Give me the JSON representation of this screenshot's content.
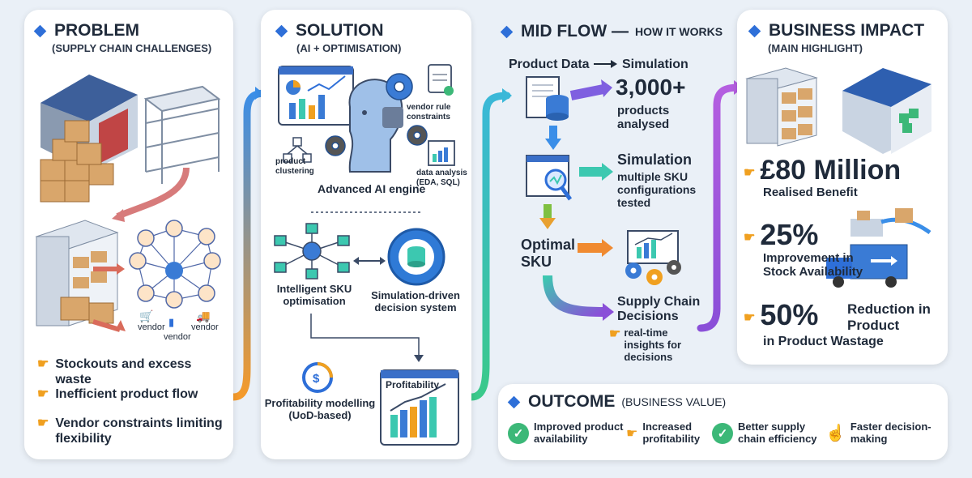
{
  "problem": {
    "title": "PROBLEM",
    "subtitle": "(SUPPLY CHAIN CHALLENGES)",
    "vendor_labels": [
      "vendor",
      "vendor",
      "vendor"
    ],
    "bullets": [
      "Stockouts and excess waste",
      "Inefficient product flow",
      "Vendor constraints limiting flexibility"
    ]
  },
  "solution": {
    "title": "SOLUTION",
    "subtitle": "(AI + OPTIMISATION)",
    "vendor_rule": "vendor rule constraints",
    "product_clustering": "product clustering",
    "data_analysis": "data analysis (EDA, SQL)",
    "ai_engine": "Advanced AI engine",
    "sku_opt": "Intelligent SKU optimisation",
    "sim_system": "Simulation-driven decision system",
    "profit_model": "Profitability modelling (UoD-based)",
    "profit_card": "Profitability"
  },
  "midflow": {
    "title": "MID FLOW —",
    "title_small": "HOW IT WORKS",
    "product_data": "Product Data",
    "simulation": "Simulation",
    "big_num": "3,000+",
    "products_analysed": "products analysed",
    "sim_title": "Simulation",
    "sim_desc": "multiple SKU configurations tested",
    "optimal": "Optimal SKU",
    "scd": "Supply Chain Decisions",
    "rt": "real-time insights for decisions"
  },
  "impact": {
    "title": "BUSINESS IMPACT",
    "subtitle": "(MAIN HIGHLIGHT)",
    "metric1_value": "£80 Million",
    "metric1_label": "Realised Benefit",
    "metric2_value": "25%",
    "metric2_label": "Improvement in Stock Availability",
    "metric3_value": "50%",
    "metric3_label1": "Reduction in Product",
    "metric3_label2": "in Product Wastage"
  },
  "outcome": {
    "title": "OUTCOME",
    "title_small": "(BUSINESS VALUE)",
    "items": [
      "Improved product availability",
      "Increased profitability",
      "Better supply chain efficiency",
      "Faster decision-making"
    ]
  },
  "colors": {
    "accent": "#2e6fd8",
    "orange": "#f0a020",
    "teal": "#3cc8b0",
    "purple": "#8a4fd8"
  }
}
